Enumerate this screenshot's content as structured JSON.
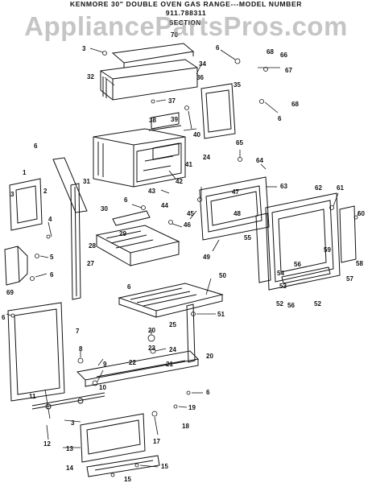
{
  "header": {
    "line1": "KENMORE 30\" DOUBLE OVEN GAS RANGE---MODEL NUMBER",
    "line2": "911.788311",
    "line3": "SECTION"
  },
  "watermark": "AppliancePartsPros.com",
  "colors": {
    "ink": "#111111",
    "watermark": "#969696",
    "background": "#ffffff"
  },
  "labels": {
    "l1": "1",
    "l2": "2",
    "l3a": "3",
    "l3b": "3",
    "l3c": "3",
    "l4": "4",
    "l5": "5",
    "l6a": "6",
    "l6b": "6",
    "l6c": "6",
    "l6d": "6",
    "l6e": "6",
    "l6f": "6",
    "l6g": "6",
    "l6h": "6",
    "l7": "7",
    "l8": "8",
    "l9": "9",
    "l10": "10",
    "l11": "11",
    "l12": "12",
    "l13": "13",
    "l14": "14",
    "l15a": "15",
    "l15b": "15",
    "l17": "17",
    "l18": "18",
    "l19": "19",
    "l20a": "20",
    "l20b": "20",
    "l21": "21",
    "l22": "22",
    "l23": "23",
    "l24a": "24",
    "l24b": "24",
    "l25": "25",
    "l27": "27",
    "l28": "28",
    "l29": "29",
    "l30": "30",
    "l31": "31",
    "l32": "32",
    "l34": "34",
    "l35": "35",
    "l36": "36",
    "l37": "37",
    "l38": "38",
    "l39": "39",
    "l40": "40",
    "l41": "41",
    "l42": "42",
    "l43": "43",
    "l44": "44",
    "l45": "45",
    "l46": "46",
    "l47": "47",
    "l48": "48",
    "l49": "49",
    "l50": "50",
    "l51": "51",
    "l52a": "52",
    "l52b": "52",
    "l53": "53",
    "l54": "54",
    "l55": "55",
    "l56a": "56",
    "l56b": "56",
    "l57": "57",
    "l58": "58",
    "l59": "59",
    "l60": "60",
    "l61": "61",
    "l62": "62",
    "l63": "63",
    "l64": "64",
    "l65": "65",
    "l66": "66",
    "l67": "67",
    "l68a": "68",
    "l68b": "68",
    "l69": "69",
    "l70": "70"
  }
}
